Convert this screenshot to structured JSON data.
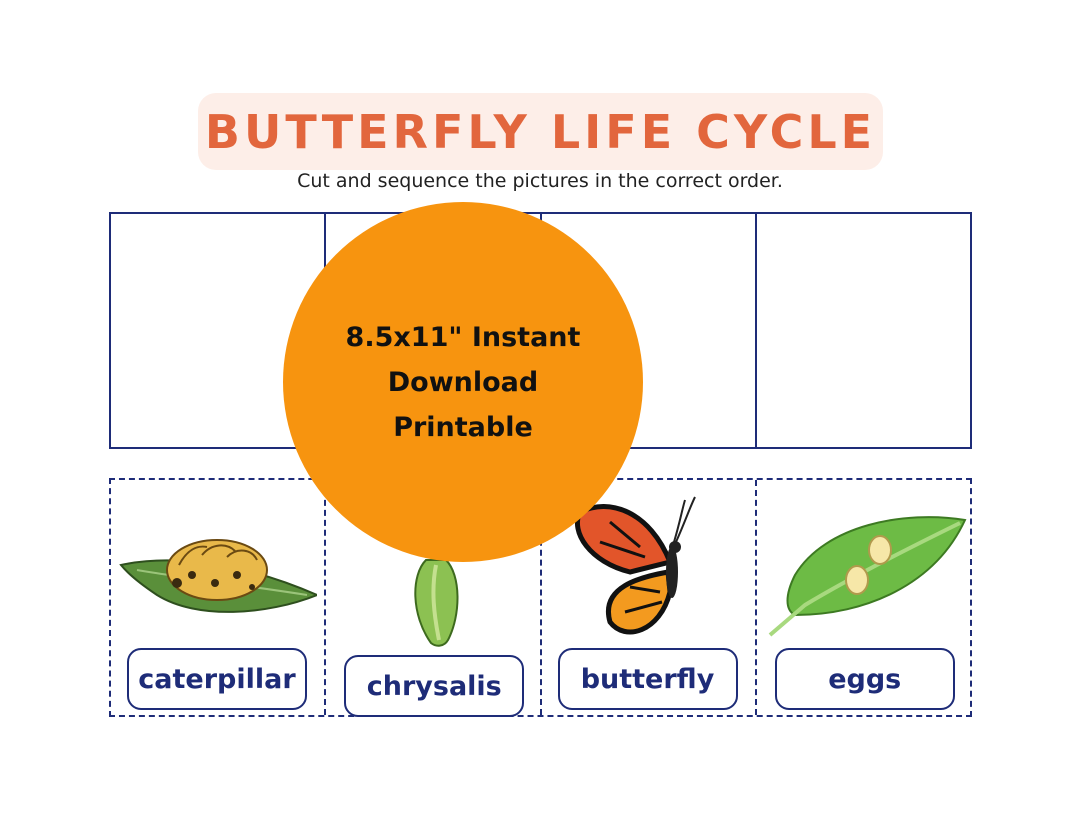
{
  "title": "BUTTERFLY LIFE CYCLE",
  "subtitle": "Cut and sequence the pictures in the correct order.",
  "badge": {
    "line1": "8.5x11\" Instant",
    "line2": "Download",
    "line3": "Printable"
  },
  "cards": [
    {
      "label": "caterpillar",
      "icon": "caterpillar-on-leaf-icon"
    },
    {
      "label": "chrysalis",
      "icon": "chrysalis-icon"
    },
    {
      "label": "butterfly",
      "icon": "monarch-butterfly-icon"
    },
    {
      "label": "eggs",
      "icon": "eggs-on-leaf-icon"
    }
  ],
  "colors": {
    "title": "#e2663d",
    "title_bg": "#fdeee8",
    "navy": "#1e2c78",
    "badge": "#f7940f"
  }
}
